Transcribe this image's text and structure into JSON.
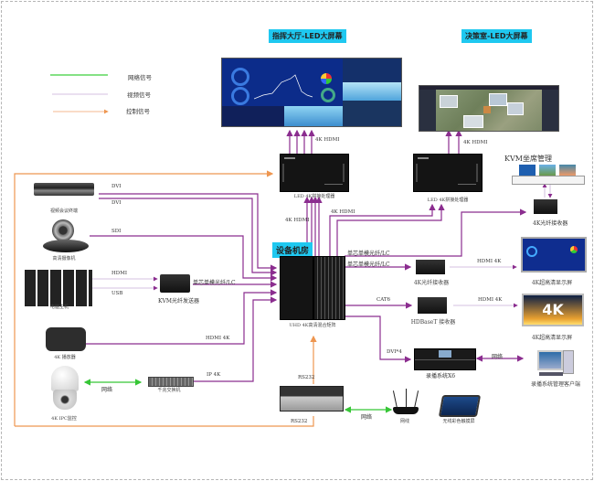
{
  "legend": {
    "items": [
      {
        "label": "网络信号",
        "color": "#3ccf3c"
      },
      {
        "label": "视频信号",
        "color": "#c7aed6"
      },
      {
        "label": "控制信号",
        "color": "#f0a36a"
      }
    ]
  },
  "colors": {
    "video": "#8b2d8f",
    "network": "#36c636",
    "control": "#ee9650",
    "title_bg": "#1fc8f0"
  },
  "titles": {
    "command_hall": "指挥大厅-LED大屏幕",
    "decision_room": "决策室-LED大屏幕",
    "equipment_room": "设备机房",
    "kvm_seat": "KVM坐席管理"
  },
  "devices": {
    "video_conf": "视频会议终端",
    "hd_camera": "高清摄像机",
    "pc_host": "电脑主机",
    "kvm_tx": "KVM光纤发送器",
    "player_4k": "4K 播放器",
    "ipc_4k": "4K IPC监控",
    "gigabit_switch": "千兆交换机",
    "led_proc_1": "LED 4K拼接处理器",
    "led_proc_2": "LED 4K拼接处理器",
    "matrix": "UHD 4K高清混合矩阵",
    "fiber_rx_kvm": "4K光纤接收器",
    "fiber_rx": "4K光纤接收器",
    "hdbaset_rx": "HDBaseT 接收器",
    "uhd_display_1": "4K超高清显示屏",
    "uhd_display_2": "4K超高清显示屏",
    "recorder": "录播系统X6",
    "recorder_client": "录播系统管理客户端",
    "central_ctrl": "",
    "router": "网线",
    "touch_panel": "无线彩色触摸屏"
  },
  "signals": {
    "dvi_1": "DVI",
    "dvi_2": "DVI",
    "sdi": "SDI",
    "hdmi": "HDMI",
    "usb": "USB",
    "fiber_lc_tx": "单芯单模光纤/LC",
    "hdmi_4k_player": "HDMI 4K",
    "ip_4k": "IP 4K",
    "network_ipc": "网络",
    "hdmi_4k_top1": "4K HDMI",
    "hdmi_4k_top2": "4K HDMI",
    "hdmi_4k_proc1": "4K HDMI",
    "hdmi_4k_proc2": "4K HDMI",
    "fiber_lc_1": "单芯单模光纤/LC",
    "fiber_lc_2": "单芯单模光纤/LC",
    "cat6": "CAT6",
    "hdmi_4k_out1": "HDMI 4K",
    "hdmi_4k_out2": "HDMI 4K",
    "dvi_x4": "DVI*4",
    "network_recorder": "网络",
    "rs232_top": "RS232",
    "rs232_bottom": "RS232",
    "network_router": "网络",
    "kvm_hdmi": "HDMI",
    "kvm_usb": "USB"
  }
}
